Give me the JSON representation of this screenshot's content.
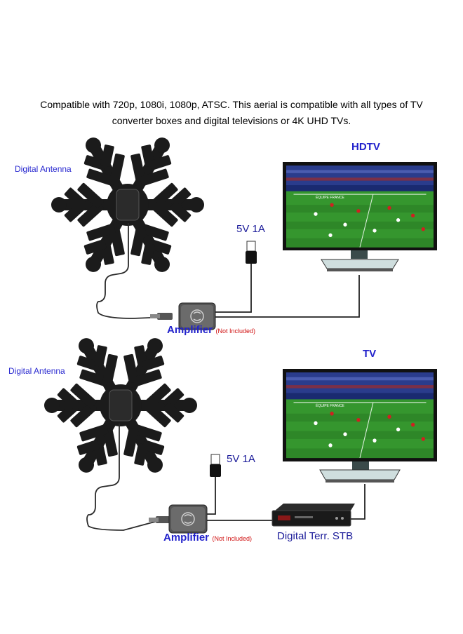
{
  "headline": {
    "line1": "Compatible with 720p, 1080i, 1080p, ATSC. This aerial is compatible with all types of TV",
    "line2": "converter boxes and digital televisions or 4K UHD TVs."
  },
  "top": {
    "antenna_label": "Digital Antenna",
    "tv_label": "HDTV",
    "power_label": "5V 1A",
    "amplifier_label": "Amplifier",
    "amplifier_note": "(Not Included)"
  },
  "bottom": {
    "antenna_label": "Digital Antenna",
    "tv_label": "TV",
    "power_label": "5V 1A",
    "amplifier_label": "Amplifier",
    "amplifier_note": "(Not Included)",
    "stb_label": "Digital Terr. STB"
  },
  "tv_screen_text": "ÉQUIPE FRANCE",
  "colors": {
    "label_blue": "#2a2ad0",
    "note_red": "#d01010",
    "antenna": "#1b1b1b",
    "pitch_green": "#2f8a2a"
  }
}
